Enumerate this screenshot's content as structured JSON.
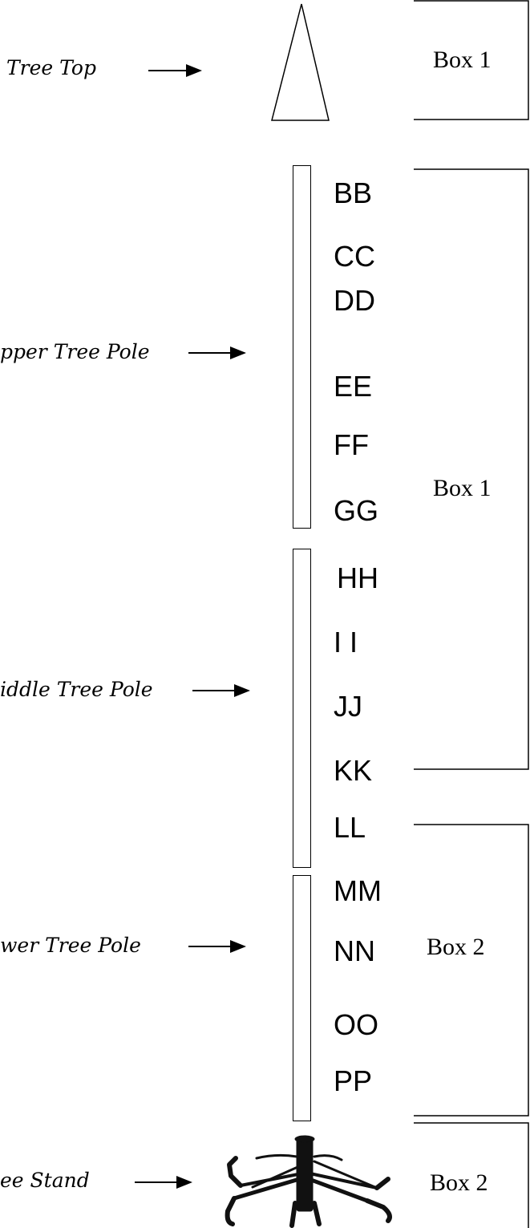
{
  "callouts": {
    "tree_top": "Tree Top",
    "upper_pole": "pper Tree Pole",
    "middle_pole": "iddle Tree Pole",
    "lower_pole": "wer Tree Pole",
    "stand": "ee Stand"
  },
  "segments": {
    "upper": [
      "BB",
      "CC",
      "DD",
      "EE",
      "FF",
      "GG"
    ],
    "middle": [
      "HH",
      "I I",
      "JJ",
      "KK",
      "LL"
    ],
    "lower": [
      "MM",
      "NN",
      "OO",
      "PP"
    ]
  },
  "boxes": {
    "top": "Box 1",
    "upper_middle": "Box 1",
    "lower": "Box 2",
    "stand": "Box 2"
  }
}
